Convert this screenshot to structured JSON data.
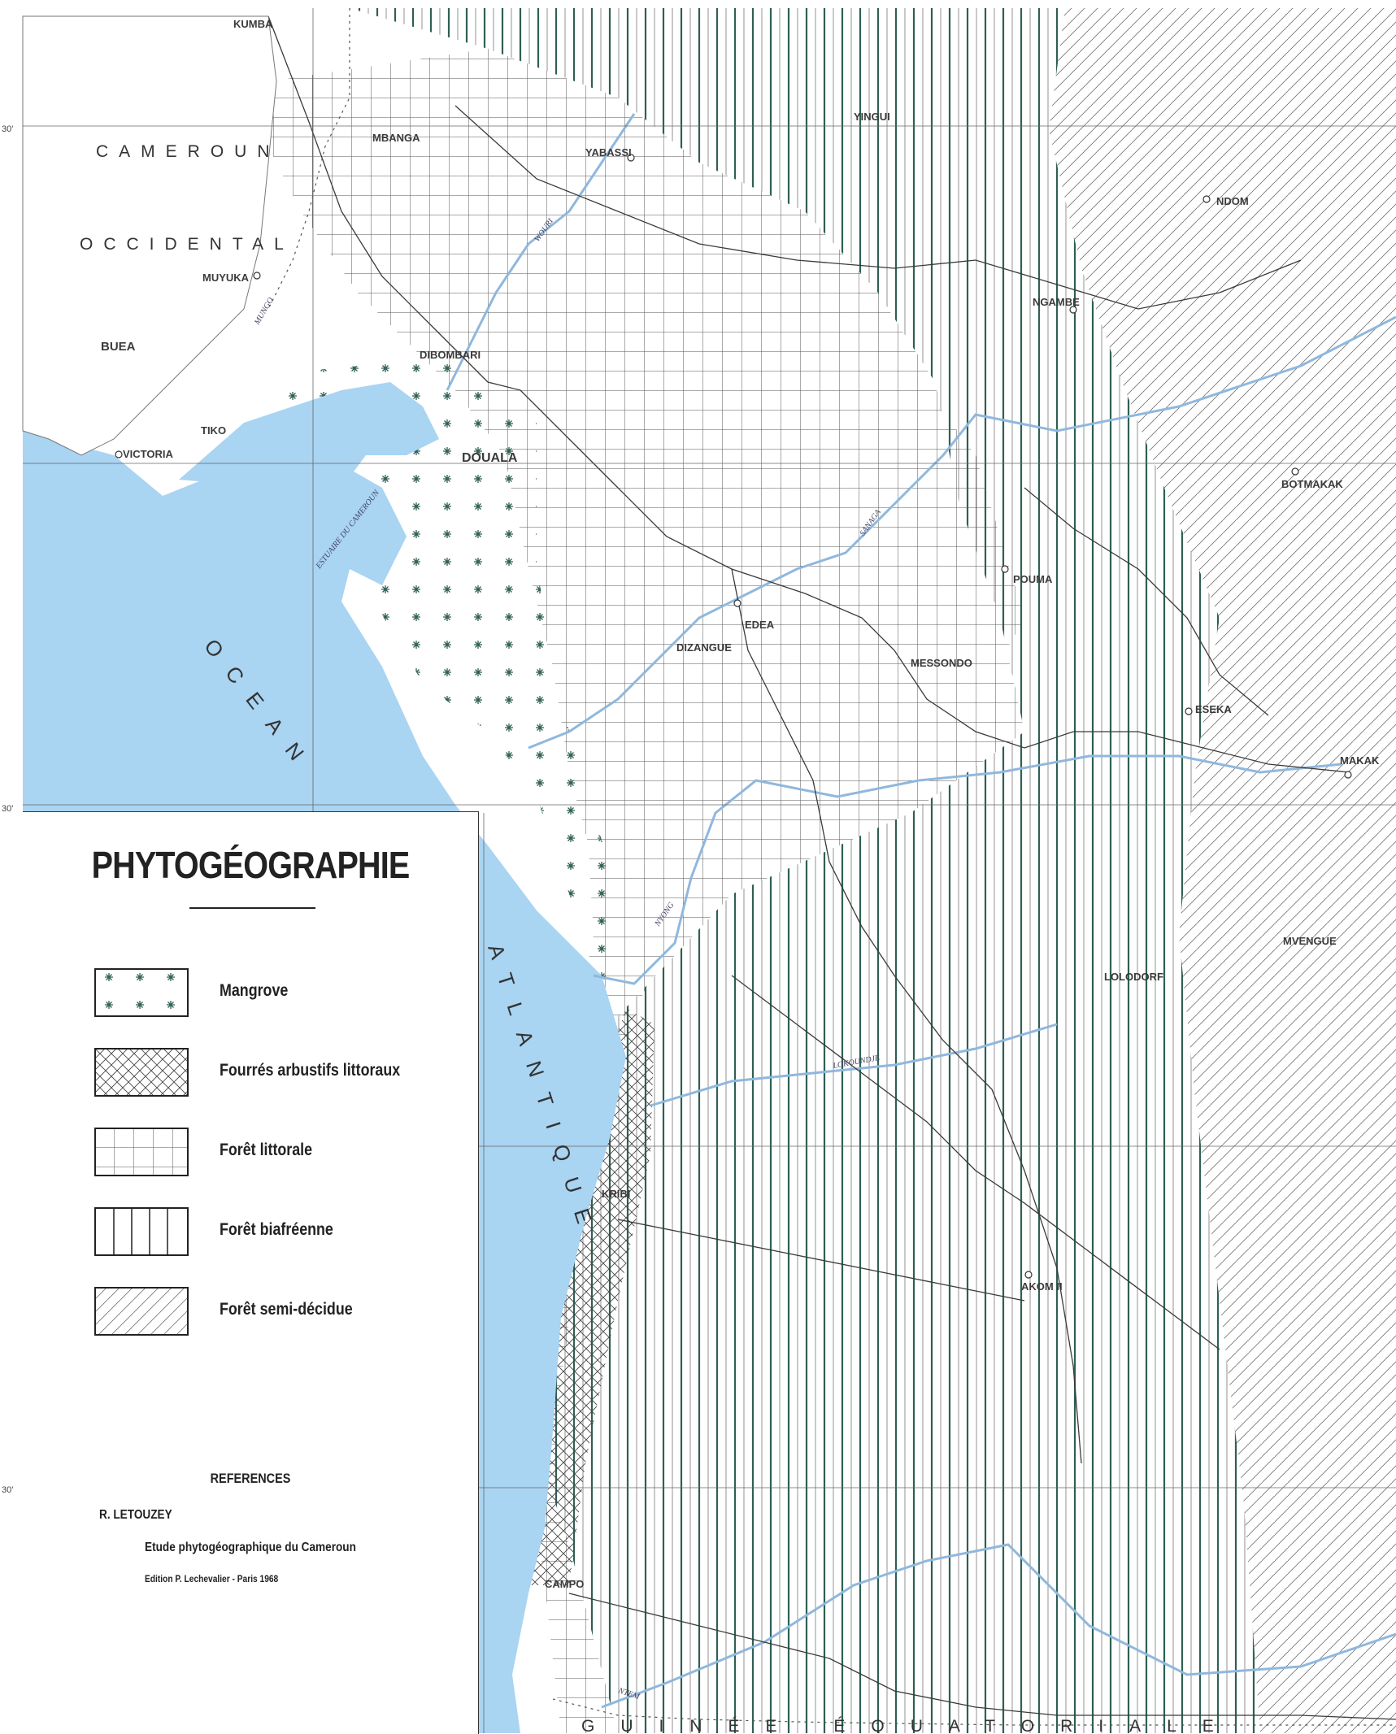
{
  "colors": {
    "sea": "#a9d4f2",
    "river": "#8fb8dd",
    "hatch_green": "#2f5f55",
    "line_dark": "#3a3a3a"
  },
  "map": {
    "regions": [
      {
        "id": "cameroun",
        "text": "CAMEROUN"
      },
      {
        "id": "occidental",
        "text": "OCCIDENTAL"
      },
      {
        "id": "guinee",
        "text": "GUINÉE ÉQUATORIALE"
      }
    ],
    "water": [
      {
        "id": "ocean",
        "text": "OCEAN"
      },
      {
        "id": "atlantique",
        "text": "ATLANTIQUE"
      }
    ],
    "places": [
      {
        "id": "kumba",
        "text": "KUMBA"
      },
      {
        "id": "mbanga",
        "text": "MBANGA"
      },
      {
        "id": "yabassi",
        "text": "YABASSI"
      },
      {
        "id": "yingui",
        "text": "YINGUI"
      },
      {
        "id": "ndom",
        "text": "NDOM"
      },
      {
        "id": "muyuka",
        "text": "MUYUKA"
      },
      {
        "id": "buea",
        "text": "BUEA"
      },
      {
        "id": "dibombari",
        "text": "DIBOMBARI"
      },
      {
        "id": "ngambe",
        "text": "NGAMBE"
      },
      {
        "id": "tiko",
        "text": "TIKO"
      },
      {
        "id": "victoria",
        "text": "VICTORIA"
      },
      {
        "id": "douala",
        "text": "DOUALA"
      },
      {
        "id": "botmakak",
        "text": "BOTMAKAK"
      },
      {
        "id": "pouma",
        "text": "POUMA"
      },
      {
        "id": "edea",
        "text": "EDEA"
      },
      {
        "id": "dizangue",
        "text": "DIZANGUE"
      },
      {
        "id": "messondo",
        "text": "MESSONDO"
      },
      {
        "id": "eseka",
        "text": "ESEKA"
      },
      {
        "id": "makak",
        "text": "MAKAK"
      },
      {
        "id": "mvengue",
        "text": "MVENGUE"
      },
      {
        "id": "lolodorf",
        "text": "LOLODORF"
      },
      {
        "id": "kribi",
        "text": "KRIBI"
      },
      {
        "id": "akom",
        "text": "AKOM II"
      },
      {
        "id": "campo",
        "text": "CAMPO"
      }
    ],
    "rivers": [
      {
        "id": "wouri",
        "text": "WOURI"
      },
      {
        "id": "mungo",
        "text": "MUNGO"
      },
      {
        "id": "estuaire",
        "text": "ESTUAIRE DU CAMEROUN"
      },
      {
        "id": "sanaga",
        "text": "SANAGA"
      },
      {
        "id": "nyong",
        "text": "NYONG"
      },
      {
        "id": "lokoundje",
        "text": "LOKOUNDJE"
      },
      {
        "id": "ntem",
        "text": "NTEM"
      }
    ],
    "ticks": [
      "30'",
      "30'",
      "30'"
    ]
  },
  "legend": {
    "title": "PHYTOGÉOGRAPHIE",
    "items": [
      {
        "id": "mangrove",
        "label": "Mangrove",
        "pattern": "mangrove"
      },
      {
        "id": "fourres",
        "label": "Fourrés arbustifs littoraux",
        "pattern": "crosshatch"
      },
      {
        "id": "foret-littorale",
        "label": "Forêt littorale",
        "pattern": "grid"
      },
      {
        "id": "foret-biafreenne",
        "label": "Forêt biafréenne",
        "pattern": "vertical"
      },
      {
        "id": "foret-semi",
        "label": "Forêt semi-décidue",
        "pattern": "diagonal"
      }
    ],
    "references": {
      "heading": "REFERENCES",
      "author": "R. LETOUZEY",
      "title": "Etude phytogéographique du Cameroun",
      "edition": "Edition P. Lechevalier - Paris 1968"
    }
  }
}
